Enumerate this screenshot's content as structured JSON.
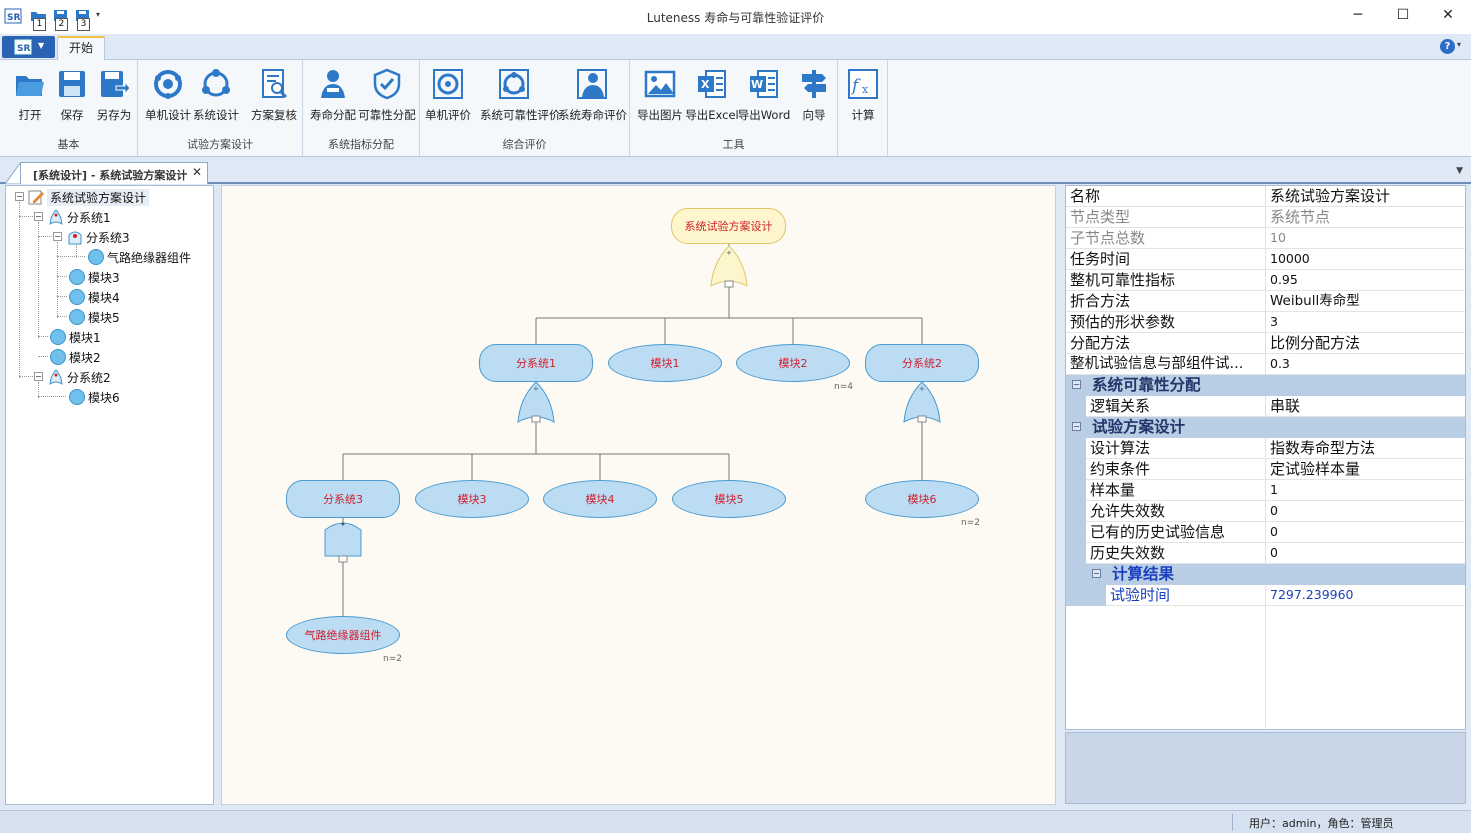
{
  "window": {
    "title": "Luteness 寿命与可靠性验证评价",
    "qat_numbers": [
      "1",
      "2",
      "3"
    ],
    "controls": {
      "minimize": "─",
      "maximize": "☐",
      "close": "✕"
    }
  },
  "ribbon": {
    "tab_start": "开始",
    "help": "?",
    "groups": [
      {
        "label": "基本",
        "buttons": [
          "打开",
          "保存",
          "另存为"
        ]
      },
      {
        "label": "试验方案设计",
        "buttons": [
          "单机设计",
          "系统设计",
          "方案复核"
        ]
      },
      {
        "label": "系统指标分配",
        "buttons": [
          "寿命分配",
          "可靠性分配"
        ]
      },
      {
        "label": "综合评价",
        "buttons": [
          "单机评价",
          "系统可靠性评价",
          "系统寿命评价"
        ]
      },
      {
        "label": "工具",
        "buttons": [
          "导出图片",
          "导出Excel",
          "导出Word",
          "向导"
        ]
      },
      {
        "label": "",
        "buttons": [
          "计算"
        ]
      }
    ]
  },
  "doc_tab": {
    "label": "[系统设计] - 系统试验方案设计",
    "close": "✕"
  },
  "tree": {
    "root": "系统试验方案设计",
    "nodes": [
      "分系统1",
      "分系统3",
      "气路绝缘器组件",
      "模块3",
      "模块4",
      "模块5",
      "模块1",
      "模块2",
      "分系统2",
      "模块6"
    ],
    "expand_sign": "−"
  },
  "canvas": {
    "root": "系统试验方案设计",
    "nodes": {
      "sub1": "分系统1",
      "mod1": "模块1",
      "mod2": "模块2",
      "sub2": "分系统2",
      "sub3": "分系统3",
      "mod3": "模块3",
      "mod4": "模块4",
      "mod5": "模块5",
      "mod6": "模块6",
      "comp": "气路绝缘器组件"
    },
    "annotations": {
      "n_root": "n=4",
      "n_sub2": "n=2",
      "n_sub3": "n=2"
    }
  },
  "props": {
    "rows": [
      {
        "name": "名称",
        "value": "系统试验方案设计"
      },
      {
        "name": "节点类型",
        "value": "系统节点"
      },
      {
        "name": "子节点总数",
        "value": "10"
      },
      {
        "name": "任务时间",
        "value": "10000"
      },
      {
        "name": "整机可靠性指标",
        "value": "0.95"
      },
      {
        "name": "折合方法",
        "value": "Weibull寿命型"
      },
      {
        "name": "预估的形状参数",
        "value": "3"
      },
      {
        "name": "分配方法",
        "value": "比例分配方法"
      },
      {
        "name": "整机试验信息与部组件试...",
        "value": "0.3"
      }
    ],
    "cat_reliability": "系统可靠性分配",
    "logic": {
      "name": "逻辑关系",
      "value": "串联"
    },
    "cat_test": "试验方案设计",
    "test_rows": [
      {
        "name": "设计算法",
        "value": "指数寿命型方法"
      },
      {
        "name": "约束条件",
        "value": "定试验样本量"
      },
      {
        "name": "样本量",
        "value": "1"
      },
      {
        "name": "允许失效数",
        "value": "0"
      },
      {
        "name": "已有的历史试验信息",
        "value": "0"
      },
      {
        "name": "历史失效数",
        "value": "0"
      }
    ],
    "cat_result": "计算结果",
    "result": {
      "name": "试验时间",
      "value": "7297.239960"
    },
    "collapse_sign": "−",
    "result_color": "#1a3fc0"
  },
  "status": {
    "user": "用户：admin，角色：管理员"
  }
}
